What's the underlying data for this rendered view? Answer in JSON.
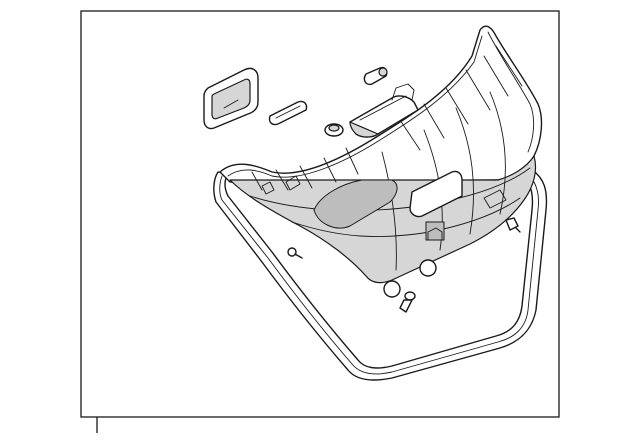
{
  "diagram": {
    "colors": {
      "frame_stroke": "#1a1a1a",
      "background": "#ffffff",
      "panel_shade": "#d6d6d6",
      "panel_dark_shade": "#bdbdbd"
    },
    "parts": [
      "trim-panel",
      "weatherstrip-seal",
      "lamp-bezel",
      "clip",
      "retainer",
      "handle",
      "pushpin",
      "plug",
      "bolt"
    ]
  }
}
